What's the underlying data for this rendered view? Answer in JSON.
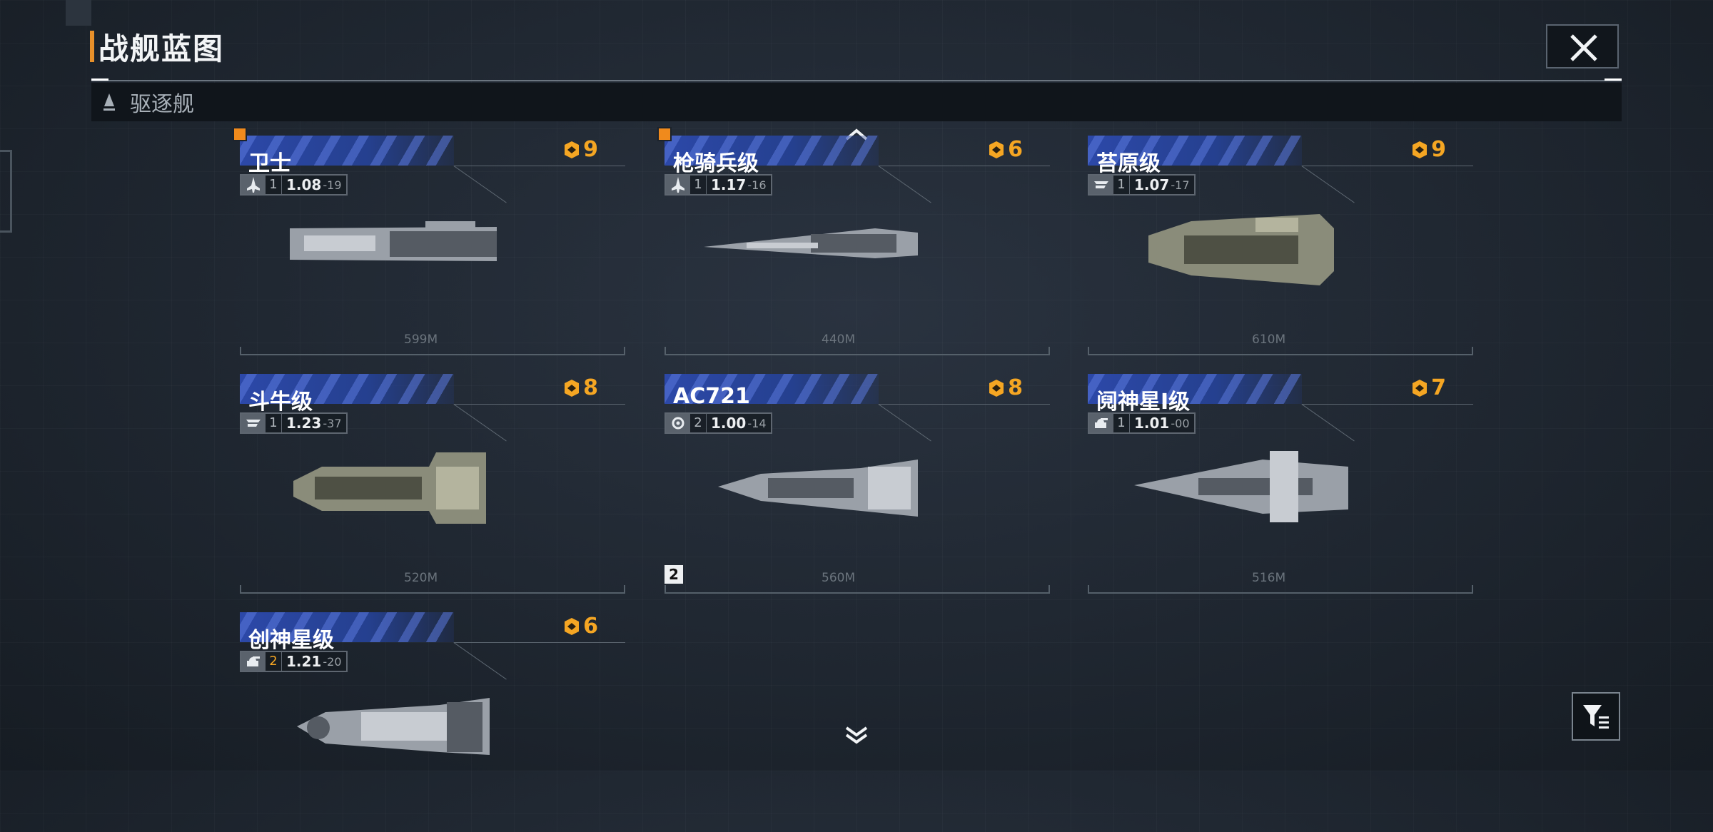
{
  "window": {
    "title": "战舰蓝图"
  },
  "category": {
    "label": "驱逐舰",
    "icon": "destroyer-icon"
  },
  "colors": {
    "accent": "#e8902a",
    "cost": "#f5a623",
    "header_blue": "#2c48a8"
  },
  "ships": [
    {
      "name": "卫士",
      "cost": "9",
      "tier": "1",
      "stat_main": "1.08",
      "stat_sub": "-19",
      "length": "599M",
      "is_new": true,
      "class_icon": "fighter-icon",
      "hull": "gray"
    },
    {
      "name": "枪骑兵级",
      "cost": "6",
      "tier": "1",
      "stat_main": "1.17",
      "stat_sub": "-16",
      "length": "440M",
      "is_new": true,
      "class_icon": "fighter-icon",
      "hull": "gray"
    },
    {
      "name": "苔原级",
      "cost": "9",
      "tier": "1",
      "stat_main": "1.07",
      "stat_sub": "-17",
      "length": "610M",
      "is_new": false,
      "class_icon": "corvette-icon",
      "hull": "olive"
    },
    {
      "name": "斗牛级",
      "cost": "8",
      "tier": "1",
      "stat_main": "1.23",
      "stat_sub": "-37",
      "length": "520M",
      "is_new": false,
      "class_icon": "corvette-icon",
      "hull": "olive"
    },
    {
      "name": "AC721",
      "cost": "8",
      "tier": "2",
      "stat_main": "1.00",
      "stat_sub": "-14",
      "length": "560M",
      "is_new": false,
      "class_icon": "gear-icon",
      "hull": "gray",
      "deploy_badge": "2"
    },
    {
      "name": "阋神星I级",
      "cost": "7",
      "tier": "1",
      "stat_main": "1.01",
      "stat_sub": "-00",
      "length": "516M",
      "is_new": false,
      "class_icon": "turret-icon",
      "hull": "gray"
    },
    {
      "name": "创神星级",
      "cost": "6",
      "tier": "2",
      "stat_main": "1.21",
      "stat_sub": "-20",
      "length": "",
      "is_new": false,
      "class_icon": "turret-icon",
      "hull": "gray",
      "tier_gold": true
    }
  ]
}
